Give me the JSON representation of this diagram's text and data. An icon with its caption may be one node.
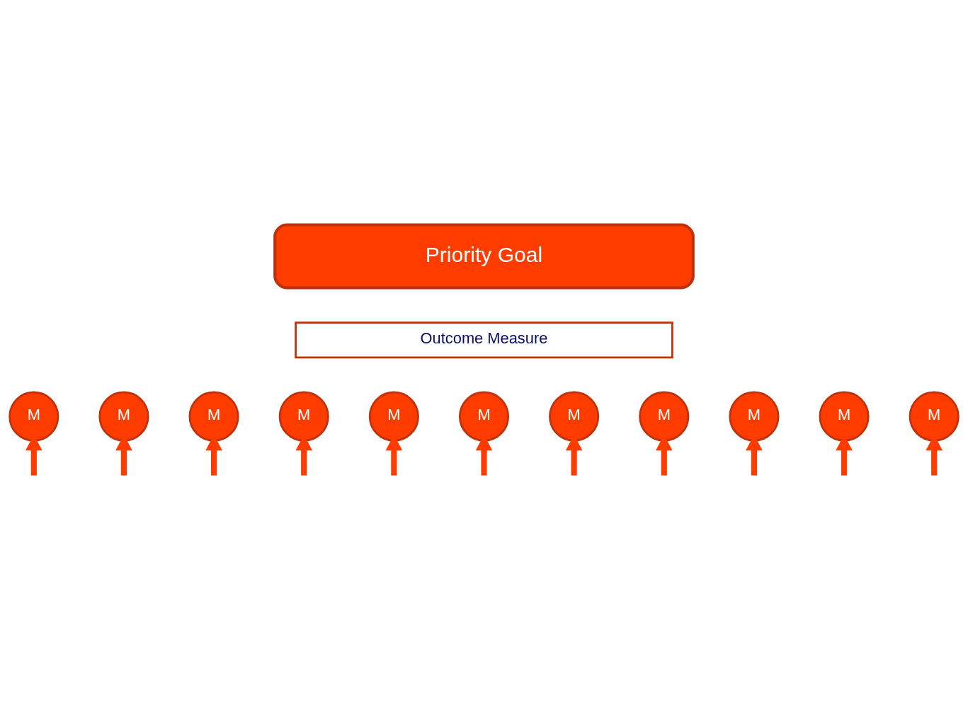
{
  "diagram": {
    "nodes": [
      {
        "text": [
          "Priority Goal"
        ]
      },
      {
        "text": [
          "Outcome Measure"
        ]
      },
      {
        "text": [
          "M"
        ]
      },
      {
        "text": [
          "M"
        ]
      },
      {
        "text": [
          "M"
        ]
      },
      {
        "text": [
          "M"
        ]
      },
      {
        "text": [
          "M"
        ]
      },
      {
        "text": [
          "M"
        ]
      },
      {
        "text": [
          "M"
        ]
      },
      {
        "text": [
          "M"
        ]
      },
      {
        "text": [
          "M"
        ]
      },
      {
        "text": [
          "M"
        ]
      },
      {
        "text": [
          "M"
        ]
      }
    ],
    "edges": [
      {
        "from": null,
        "to": 2,
        "arrow": "to"
      },
      {
        "from": null,
        "to": 3,
        "arrow": "to"
      },
      {
        "from": null,
        "to": 4,
        "arrow": "to"
      },
      {
        "from": null,
        "to": 5,
        "arrow": "to"
      },
      {
        "from": null,
        "to": 6,
        "arrow": "to"
      },
      {
        "from": null,
        "to": 7,
        "arrow": "to"
      },
      {
        "from": null,
        "to": 8,
        "arrow": "to"
      },
      {
        "from": null,
        "to": 9,
        "arrow": "to"
      },
      {
        "from": null,
        "to": 10,
        "arrow": "to"
      },
      {
        "from": null,
        "to": 11,
        "arrow": "to"
      },
      {
        "from": null,
        "to": 12,
        "arrow": "to"
      }
    ]
  }
}
